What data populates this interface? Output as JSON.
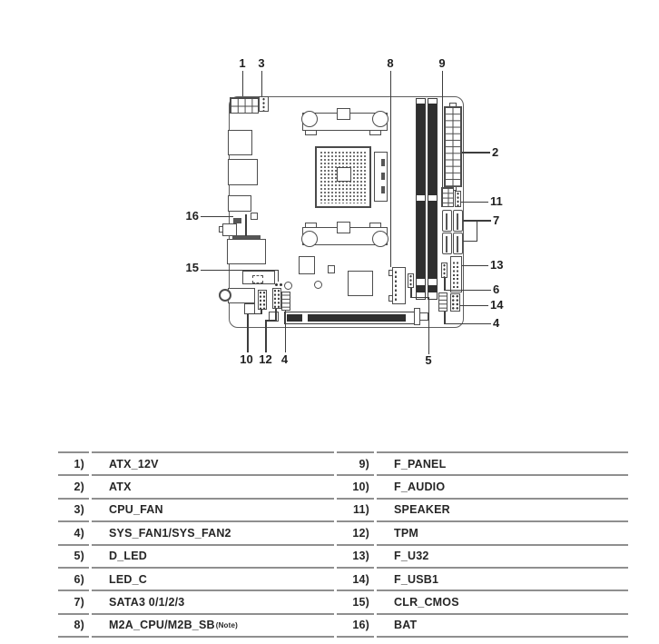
{
  "diagram": {
    "callouts": {
      "atx_12v": "1",
      "atx": "2",
      "cpu_fan": "3",
      "sys_fan1": "4",
      "sys_fan2": "4",
      "d_led": "5",
      "led_c": "6",
      "sata": "7",
      "m2": "8",
      "f_panel": "9",
      "f_audio": "10",
      "speaker": "11",
      "tpm": "12",
      "f_u32": "13",
      "f_usb1": "14",
      "clr_cmos": "15",
      "bat": "16"
    }
  },
  "table": {
    "left": [
      {
        "num": "1)",
        "name": "ATX_12V"
      },
      {
        "num": "2)",
        "name": "ATX"
      },
      {
        "num": "3)",
        "name": "CPU_FAN"
      },
      {
        "num": "4)",
        "name": "SYS_FAN1/SYS_FAN2"
      },
      {
        "num": "5)",
        "name": "D_LED"
      },
      {
        "num": "6)",
        "name": "LED_C"
      },
      {
        "num": "7)",
        "name": "SATA3 0/1/2/3"
      },
      {
        "num": "8)",
        "name": "M2A_CPU/M2B_SB",
        "note": "(Note)"
      }
    ],
    "right": [
      {
        "num": "9)",
        "name": "F_PANEL"
      },
      {
        "num": "10)",
        "name": "F_AUDIO"
      },
      {
        "num": "11)",
        "name": "SPEAKER"
      },
      {
        "num": "12)",
        "name": "TPM"
      },
      {
        "num": "13)",
        "name": "F_U32"
      },
      {
        "num": "14)",
        "name": "F_USB1"
      },
      {
        "num": "15)",
        "name": "CLR_CMOS"
      },
      {
        "num": "16)",
        "name": "BAT"
      }
    ]
  }
}
